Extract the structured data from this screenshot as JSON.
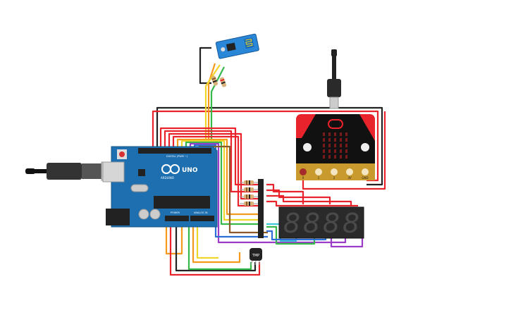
{
  "arduino": {
    "brand": "ARDUINO",
    "model": "UNO",
    "header_digital": "DIGITAL (PWM ~)",
    "header_power": "POWER",
    "header_analog": "ANALOG IN"
  },
  "microbit": {
    "pin_labels": [
      "0",
      "1",
      "2",
      "3V",
      "GND"
    ]
  },
  "sensor": {
    "label": "TMP"
  },
  "display": {
    "digits": [
      "8",
      "8",
      "8",
      "8"
    ]
  },
  "colors": {
    "red": "#e8232b",
    "orange": "#f39a1d",
    "yellow": "#f0d52a",
    "green": "#36b84a",
    "blue": "#2c6fd6",
    "purple": "#9b3cc9",
    "brown": "#8a5a2b",
    "black": "#222222",
    "cyan": "#3ec7d9",
    "arduino_blue": "#1d6fb0",
    "microbit_red": "#e8232b"
  }
}
